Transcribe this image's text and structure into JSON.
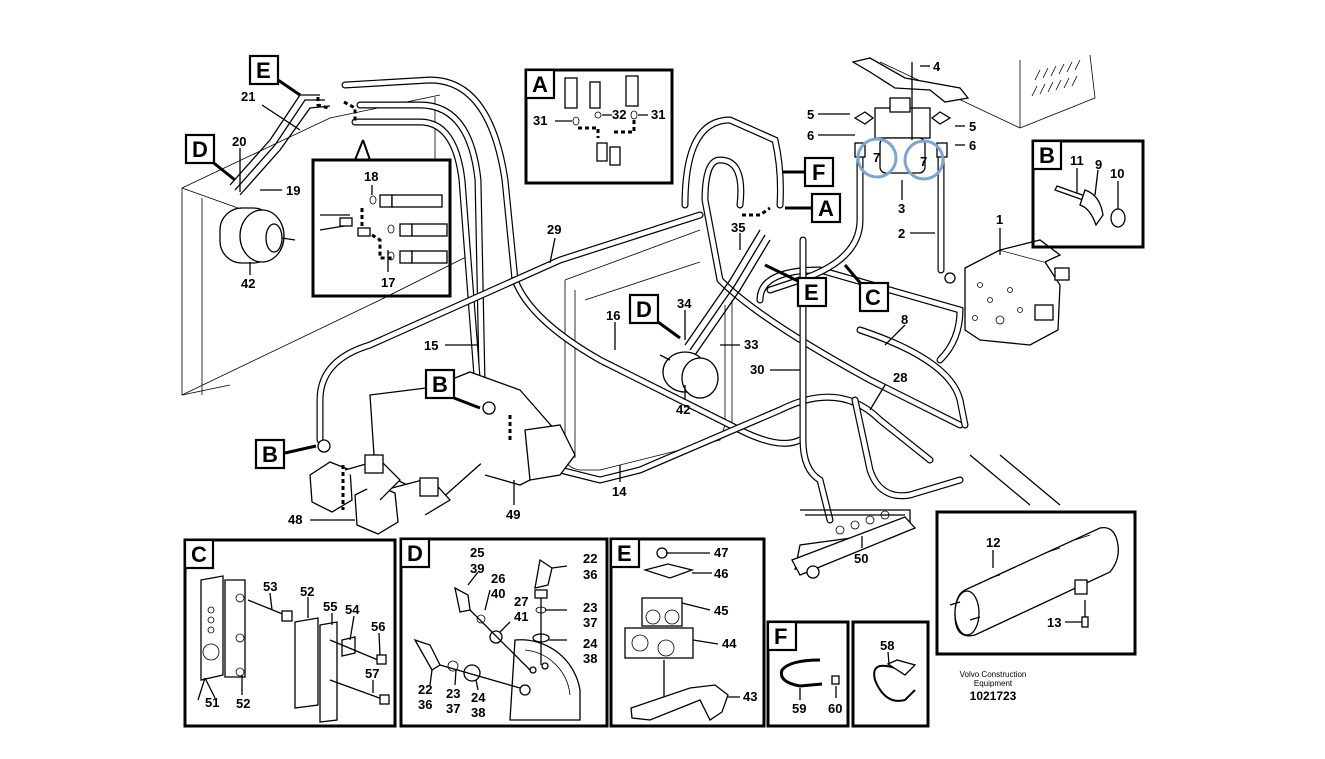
{
  "diagram": {
    "title": "Hydraulic hoses and fittings exploded parts diagram",
    "publisher": "Volvo Construction Equipment",
    "publisher_line1": "Volvo Construction",
    "publisher_line2": "Equipment",
    "document_number": "1021723",
    "highlight_color": "#7aa6d2",
    "callouts": {
      "A": "A",
      "B": "B",
      "C": "C",
      "D": "D",
      "E": "E",
      "F": "F"
    },
    "main_labels": {
      "l1": "1",
      "l2": "2",
      "l3": "3",
      "l4": "4",
      "l5a": "5",
      "l5b": "5",
      "l6a": "6",
      "l6b": "6",
      "l7a": "7",
      "l7b": "7",
      "l8": "8",
      "l14": "14",
      "l15": "15",
      "l16": "16",
      "l17": "17",
      "l18": "18",
      "l19": "19",
      "l20": "20",
      "l21": "21",
      "l28": "28",
      "l29": "29",
      "l30": "30",
      "l33": "33",
      "l34": "34",
      "l35": "35",
      "l42a": "42",
      "l42b": "42",
      "l48": "48",
      "l49": "49",
      "l50": "50"
    },
    "detail_A": {
      "title": "A",
      "labels": [
        "31",
        "32",
        "31"
      ]
    },
    "detail_B": {
      "title": "B",
      "labels": [
        "11",
        "9",
        "10"
      ]
    },
    "detail_C": {
      "title": "C",
      "labels": [
        "53",
        "52",
        "55",
        "54",
        "56",
        "57",
        "51",
        "52"
      ]
    },
    "detail_D": {
      "title": "D",
      "labels": [
        "25",
        "39",
        "26",
        "40",
        "27",
        "41",
        "22",
        "36",
        "23",
        "37",
        "24",
        "38",
        "22",
        "36",
        "23",
        "37",
        "24",
        "38"
      ]
    },
    "detail_E": {
      "title": "E",
      "labels": [
        "47",
        "46",
        "45",
        "44",
        "43"
      ]
    },
    "detail_F": {
      "title": "F",
      "labels": [
        "59",
        "60"
      ]
    },
    "detail_58": {
      "labels": [
        "58"
      ]
    },
    "detail_manifold": {
      "labels": [
        "12",
        "13"
      ]
    }
  }
}
